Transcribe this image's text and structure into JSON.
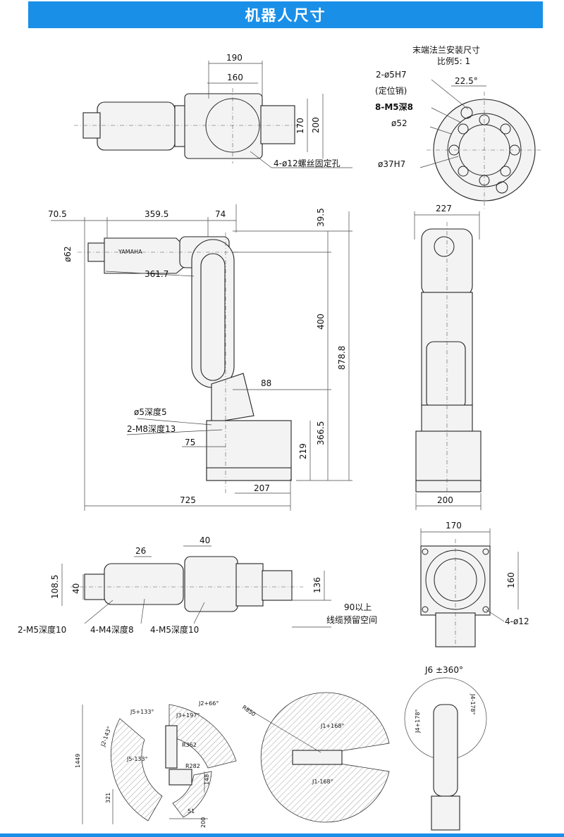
{
  "title": "机器人尺寸",
  "flange": {
    "t1": "末端法兰安装尺寸",
    "t2": "比例5: 1",
    "a": "2-ø5H7",
    "b": "(定位销)",
    "c": "8-M5深8",
    "d": "ø52",
    "e": "ø37H7",
    "angle": "22.5°"
  },
  "top_view": {
    "d190": "190",
    "d160": "160",
    "d170": "170",
    "d200": "200",
    "note": "4-ø12螺丝固定孔"
  },
  "side": {
    "d705": "70.5",
    "d3595": "359.5",
    "d74": "74",
    "d395": "39.5",
    "d62": "ø62",
    "d3617": "361.7",
    "d400": "400",
    "d8788": "878.8",
    "d88": "88",
    "a": "ø5深度5",
    "b": "2-M8深度13",
    "d75": "75",
    "d3665": "366.5",
    "d219": "219",
    "d207": "207",
    "d725": "725"
  },
  "front": {
    "d227": "227",
    "d200": "200"
  },
  "base": {
    "d170": "170",
    "d160": "160",
    "note": "4-ø12"
  },
  "bottom": {
    "d26": "26",
    "d40a": "40",
    "d1085": "108.5",
    "d40b": "40",
    "d136": "136",
    "n1": "90以上",
    "n2": "线缆预留空间",
    "l1": "2-M5深度10",
    "l2": "4-M4深度8",
    "l3": "4-M5深度10"
  },
  "range": {
    "j2p": "J2+66°",
    "j3p": "J3+197°",
    "j5p": "J5+133°",
    "j2m": "J2-143°",
    "j5m": "J5-133°",
    "r362": "R362",
    "r282": "R282",
    "h1449": "1449",
    "h148": "148",
    "h321": "321",
    "w51": "51",
    "w200": "200",
    "r850": "R850",
    "j1p": "J1+168°",
    "j1m": "J1-168°",
    "j6": "J6  ±360°",
    "j4p": "J4+178°",
    "j4m": "J4-178°"
  }
}
